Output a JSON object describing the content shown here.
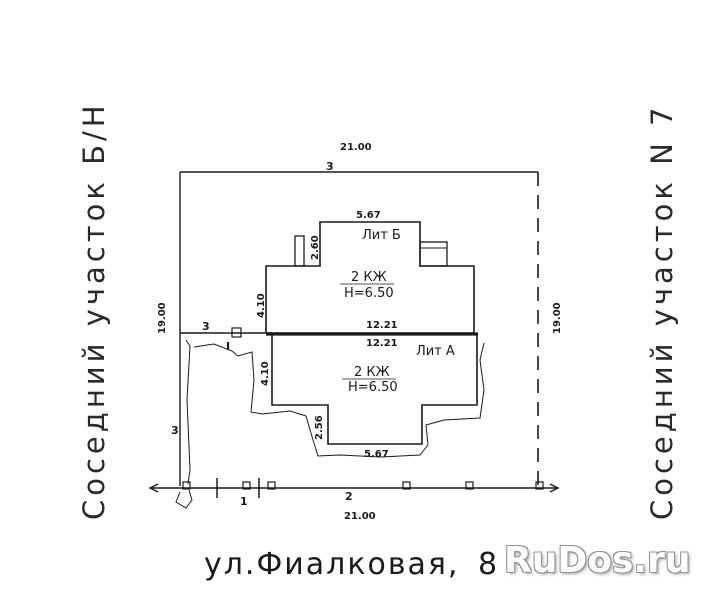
{
  "labels": {
    "left_neighbor": "Соседний участок Б/Н",
    "right_neighbor": "Соседний участок N 7",
    "street": "ул.Фиалковая,",
    "street_tail": "8",
    "watermark": "RuDos.ru"
  },
  "dimensions": {
    "top_width": "21.00",
    "bottom_width": "21.00",
    "left_height": "19.00",
    "right_height": "19.00",
    "lit_b_top": "5.67",
    "lit_b_side": "4.10",
    "lit_b_porch": "2.60",
    "shared_wall_top": "12.21",
    "shared_wall_bottom": "12.21",
    "lit_a_side": "4.10",
    "lit_a_leg": "2.56",
    "lit_a_bottom": "5.67"
  },
  "fence_codes": {
    "top": "3",
    "left_mid": "3",
    "left_low": "3",
    "gate_marker": "I",
    "bottom_1": "1",
    "bottom_2": "2"
  },
  "buildings": {
    "lit_b": {
      "name": "Лит Б",
      "floors": "2 КЖ",
      "height": "Н=6.50"
    },
    "lit_a": {
      "name": "Лит А",
      "floors": "2 КЖ",
      "height": "Н=6.50"
    }
  }
}
